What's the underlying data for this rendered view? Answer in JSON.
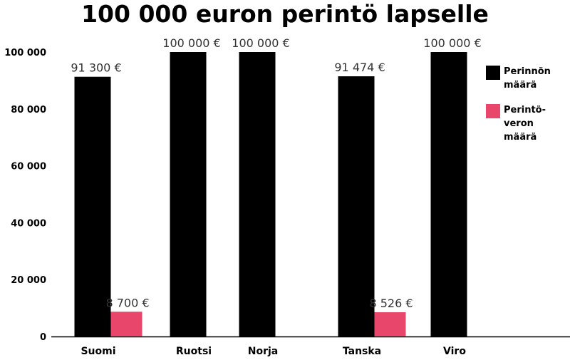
{
  "colors": {
    "inheritance": "#000000",
    "tax": "#e8476b",
    "axis": "#000000",
    "label": "#333333"
  },
  "chart_data": {
    "type": "bar",
    "title": "100 000 euron perintö lapselle",
    "xlabel": "",
    "ylabel": "",
    "ylim": [
      0,
      100000
    ],
    "yticks": [
      0,
      20000,
      40000,
      60000,
      80000,
      100000
    ],
    "ytick_labels": [
      "0",
      "20 000",
      "40 000",
      "60 000",
      "80 000",
      "100 000"
    ],
    "grid": false,
    "legend_position": "right",
    "categories": [
      "Suomi",
      "Ruotsi",
      "Norja",
      "Tanska",
      "Viro"
    ],
    "series": [
      {
        "name_lines": [
          "Perinnön",
          "määrä"
        ],
        "color_key": "inheritance",
        "values": [
          91300,
          100000,
          100000,
          91474,
          100000
        ],
        "labels": [
          "91 300 €",
          "100 000 €",
          "100 000 €",
          "91 474 €",
          "100 000 €"
        ]
      },
      {
        "name_lines": [
          "Perintö-",
          "veron",
          "määrä"
        ],
        "color_key": "tax",
        "values": [
          8700,
          0,
          0,
          8526,
          0
        ],
        "labels": [
          "8 700 €",
          null,
          null,
          "8 526 €",
          null
        ]
      }
    ]
  }
}
